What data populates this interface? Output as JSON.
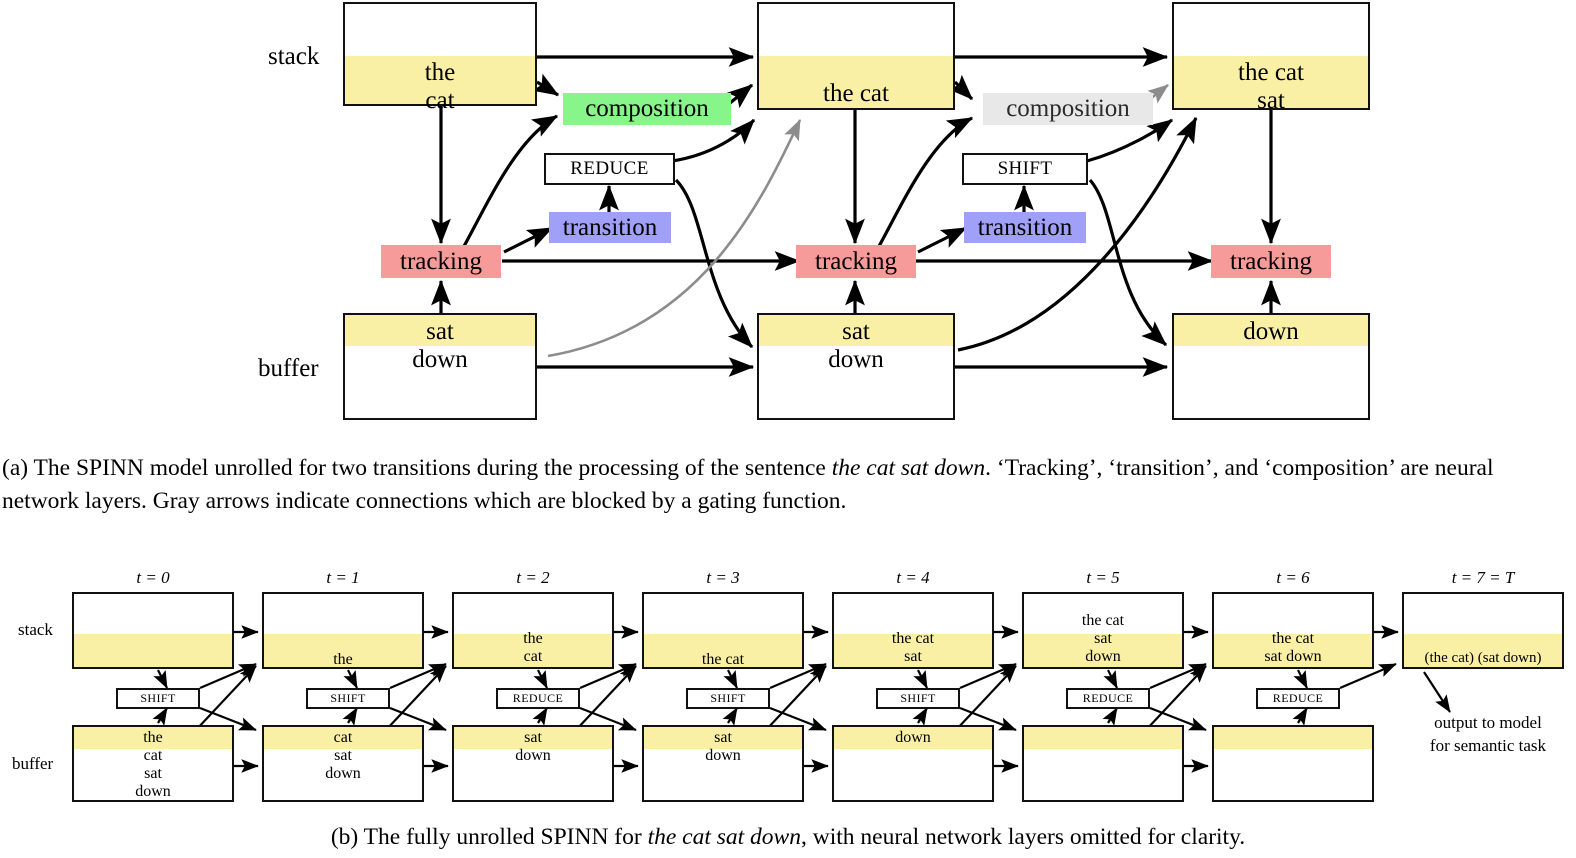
{
  "figure_a": {
    "row_labels": {
      "stack": "stack",
      "buffer": "buffer"
    },
    "stacks": [
      {
        "lines": [
          "the",
          "cat"
        ]
      },
      {
        "lines": [
          "the cat"
        ]
      },
      {
        "lines": [
          "the cat",
          "sat"
        ]
      }
    ],
    "buffers": [
      {
        "top": "sat",
        "rest": [
          "down"
        ]
      },
      {
        "top": "sat",
        "rest": [
          "down"
        ]
      },
      {
        "top": "down",
        "rest": []
      }
    ],
    "layers": {
      "composition": "composition",
      "transition": "transition",
      "tracking": "tracking"
    },
    "compositions": [
      {
        "label": "composition",
        "state": "active"
      },
      {
        "label": "composition",
        "state": "blocked"
      }
    ],
    "transitions": [
      "transition",
      "transition"
    ],
    "trackings": [
      "tracking",
      "tracking",
      "tracking"
    ],
    "ops": [
      "REDUCE",
      "SHIFT"
    ],
    "caption_line1": "(a) The SPINN model unrolled for two transitions during the processing of the sentence ",
    "caption_sentence": "the cat sat down",
    "caption_line1b": ".  ‘Tracking’, ‘transition’,",
    "caption_line2": "and ‘composition’ are neural network layers.  Gray arrows indicate connections which are blocked by a gating function.",
    "colors": {
      "composition_active": "#88F58B",
      "composition_blocked": "#E8E8E8",
      "transition": "#A0A0F8",
      "tracking": "#F79A9A",
      "stack_band": "#FAF0A5",
      "blocked_arrow": "#8C8C8C",
      "arrow": "#000000"
    }
  },
  "figure_b": {
    "row_labels": {
      "stack": "stack",
      "buffer": "buffer"
    },
    "timesteps": [
      {
        "t_label": "t = 0",
        "stack_above": [],
        "stack_band": [],
        "buffer_band": [
          "the"
        ],
        "buffer_below": [
          "cat",
          "sat",
          "down"
        ],
        "op": "SHIFT"
      },
      {
        "t_label": "t = 1",
        "stack_above": [],
        "stack_band": [
          "the"
        ],
        "buffer_band": [
          "cat"
        ],
        "buffer_below": [
          "sat",
          "down"
        ],
        "op": "SHIFT"
      },
      {
        "t_label": "t = 2",
        "stack_above": [],
        "stack_band": [
          "the",
          "cat"
        ],
        "buffer_band": [
          "sat"
        ],
        "buffer_below": [
          "down"
        ],
        "op": "REDUCE"
      },
      {
        "t_label": "t = 3",
        "stack_above": [],
        "stack_band": [
          "the cat"
        ],
        "buffer_band": [
          "sat"
        ],
        "buffer_below": [
          "down"
        ],
        "op": "SHIFT"
      },
      {
        "t_label": "t = 4",
        "stack_above": [],
        "stack_band": [
          "the cat",
          "sat"
        ],
        "buffer_band": [
          "down"
        ],
        "buffer_below": [],
        "op": "SHIFT"
      },
      {
        "t_label": "t = 5",
        "stack_above": [
          "the cat"
        ],
        "stack_band": [
          "sat",
          "down"
        ],
        "buffer_band": [],
        "buffer_below": [],
        "op": "REDUCE"
      },
      {
        "t_label": "t = 6",
        "stack_above": [],
        "stack_band": [
          "the cat",
          "sat down"
        ],
        "buffer_band": [],
        "buffer_below": [],
        "op": "REDUCE"
      },
      {
        "t_label": "t = 7 = T",
        "stack_above": [],
        "stack_band": [
          "(the cat) (sat down)"
        ],
        "buffer_band": null,
        "buffer_below": null,
        "op": null
      }
    ],
    "output_note": [
      "output to model",
      "for semantic task"
    ],
    "caption_pre": "(b) The fully unrolled SPINN for ",
    "caption_sentence": "the cat sat down",
    "caption_post": ", with neural network layers omitted for clarity."
  }
}
